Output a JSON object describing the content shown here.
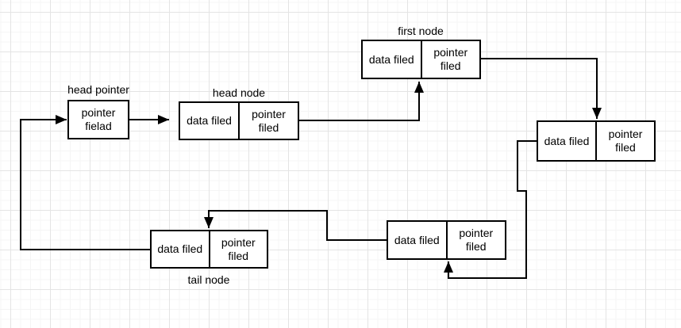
{
  "canvas": {
    "background": "#ffffff",
    "grid_minor_color": "#f5f5f5",
    "grid_major_color": "#e4e4e4",
    "line_color": "#000000",
    "node_fill": "#ffffff",
    "node_border_color": "#000000"
  },
  "head_pointer": {
    "label": "head pointer",
    "field_text": "pointer fielad"
  },
  "nodes": [
    {
      "id": "head-node",
      "label": "head node",
      "data_field": "data filed",
      "pointer_field": "pointer filed"
    },
    {
      "id": "first-node",
      "label": "first node",
      "data_field": "data filed",
      "pointer_field": "pointer filed"
    },
    {
      "id": "second-node",
      "label": "",
      "data_field": "data filed",
      "pointer_field": "pointer filed"
    },
    {
      "id": "third-node",
      "label": "",
      "data_field": "data filed",
      "pointer_field": "pointer filed"
    },
    {
      "id": "tail-node",
      "label": "tail node",
      "data_field": "data filed",
      "pointer_field": "pointer filed"
    }
  ]
}
